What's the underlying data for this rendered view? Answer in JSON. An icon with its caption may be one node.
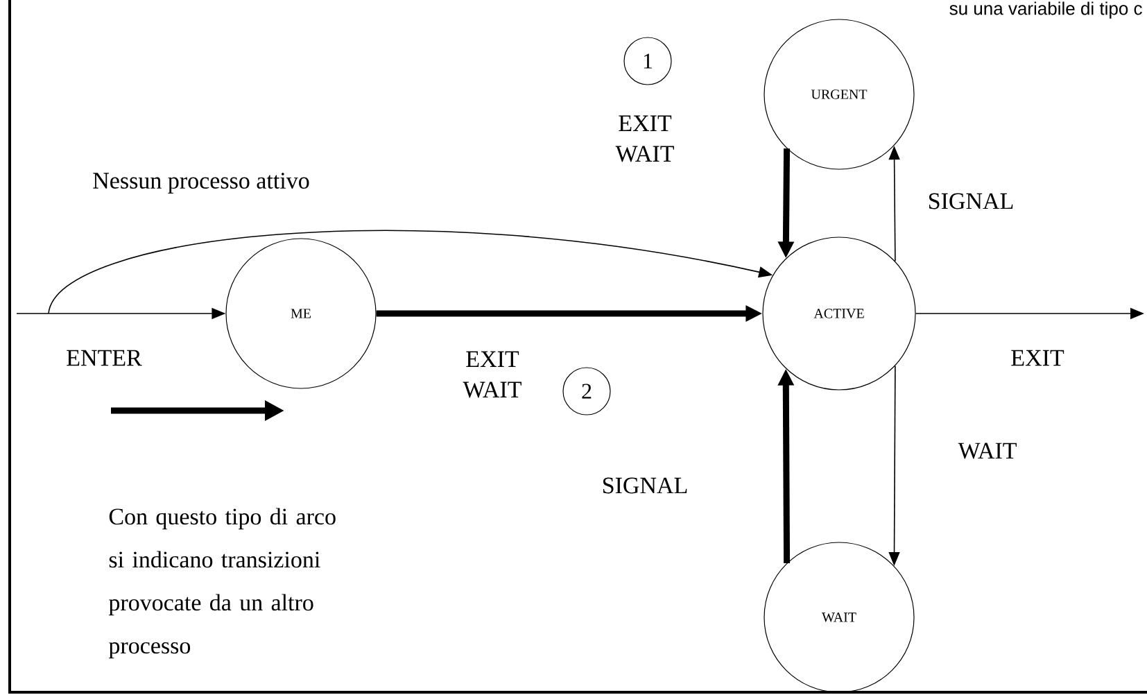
{
  "diagram": {
    "nodes": [
      {
        "text": [
          "ME"
        ]
      },
      {
        "text": [
          "ACTIVE"
        ]
      },
      {
        "text": [
          "URGENT"
        ]
      },
      {
        "text": [
          "WAIT"
        ]
      },
      {
        "text": [
          "1"
        ]
      },
      {
        "text": [
          "2"
        ]
      }
    ],
    "edges": [
      {
        "from": null,
        "to": 0,
        "arrow": "to",
        "label": "ENTER"
      },
      {
        "from": null,
        "to": 1,
        "arrow": "to",
        "label": "Nessun processo attivo"
      },
      {
        "from": 0,
        "to": 1,
        "arrow": "to",
        "style": "thick",
        "label": "EXIT WAIT"
      },
      {
        "from": 2,
        "to": 1,
        "arrow": "to",
        "style": "thick",
        "label": "EXIT WAIT"
      },
      {
        "from": 1,
        "to": 2,
        "arrow": "to",
        "label": "SIGNAL"
      },
      {
        "from": 1,
        "to": null,
        "arrow": "to",
        "label": "EXIT"
      },
      {
        "from": 1,
        "to": 3,
        "arrow": "to",
        "label": "WAIT"
      },
      {
        "from": 3,
        "to": 1,
        "arrow": "to",
        "style": "thick",
        "label": "SIGNAL"
      }
    ],
    "labels": [
      "su una variabile di tipo c"
    ],
    "legend": [
      {
        "text": "Con questo tipo di arco si indicano transizioni provocate da un altro processo"
      }
    ]
  }
}
